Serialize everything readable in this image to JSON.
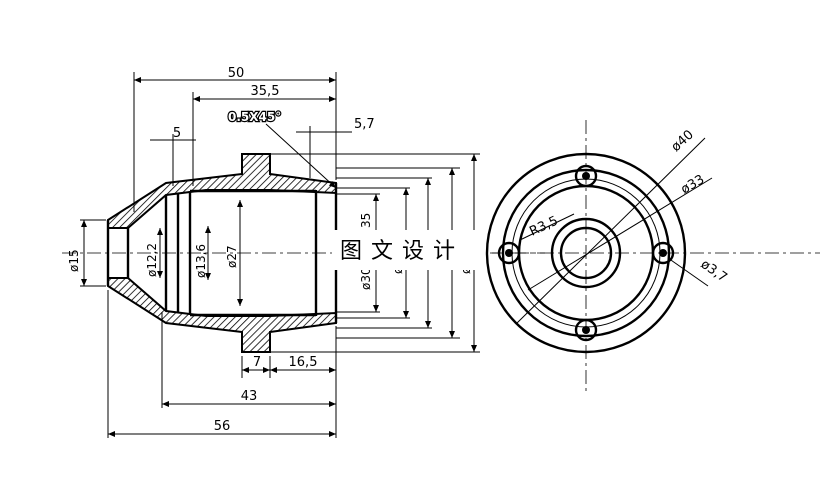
{
  "dimensions": {
    "overall_top": "50",
    "body_length": "35,5",
    "chamfer": "0.5X45°",
    "step_left": "5",
    "lip_right": "5,7",
    "d15": "ø15",
    "d12": "ø12,2",
    "d13": "ø13,6",
    "d27": "ø27",
    "d35": "35",
    "d30": "ø30",
    "d_inner_right": "ø",
    "d_outer_right": "ø",
    "flange_w": "7",
    "flange_to_end": "16,5",
    "len_43": "43",
    "overall_56": "56",
    "d40": "ø40",
    "d33": "ø33",
    "r35": "R3,5",
    "d37": "ø3,7"
  },
  "watermark": "图文设计"
}
